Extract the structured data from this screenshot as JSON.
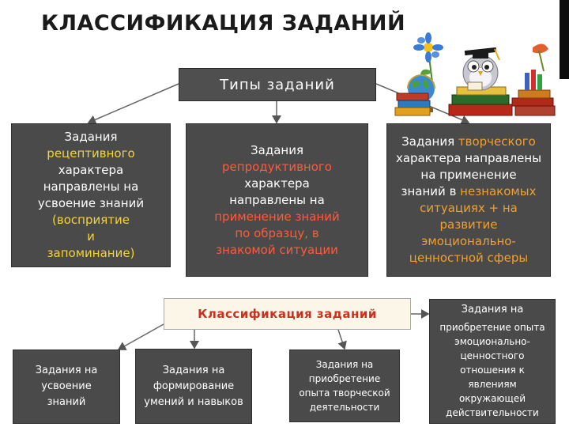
{
  "title": "КЛАССИФИКАЦИЯ  ЗАДАНИЙ",
  "types_header": "Типы  заданий",
  "receptive": {
    "l1": "Задания",
    "l2": "рецептивного",
    "l3": "характера",
    "l4": "направлены на",
    "l5": "усвоение знаний",
    "l6": "(восприятие",
    "l7": "и",
    "l8": "запоминание)"
  },
  "reproductive": {
    "l1": "Задания",
    "l2": "репродуктивного",
    "l3": "характера",
    "l4": "направлены на",
    "l5": "применение знаний",
    "l6": "по образцу, в",
    "l7": "знакомой ситуации"
  },
  "creative": {
    "l1a": "Задания ",
    "l1b": "творческого",
    "l2": "характера направлены",
    "l3": "на применение",
    "l4a": "знаний в ",
    "l4b": "незнакомых",
    "l5": "ситуациях + на",
    "l6": "развитие",
    "l7": "эмоционально-",
    "l8": "ценностной сферы"
  },
  "classification_label": "Классификация  заданий",
  "bottom": {
    "b1": {
      "l1": "Задания на",
      "l2": "усвоение",
      "l3": "знаний"
    },
    "b2": {
      "l1": "Задания на",
      "l2": "формирование",
      "l3": "умений и навыков"
    },
    "b3": {
      "l1": "Задания на",
      "l2": "приобретение",
      "l3": "опыта творческой",
      "l4": "деятельности"
    },
    "b4": {
      "l1": "Задания на",
      "l2": "приобретение опыта",
      "l3": "эмоционально-",
      "l4": "ценностного",
      "l5": "отношения к",
      "l6": "явлениям",
      "l7": "окружающей",
      "l8": "действительности"
    }
  },
  "colors": {
    "box_dark": "#4a4a4a",
    "highlight_yellow": "#f5d33c",
    "highlight_red": "#ff5a3c",
    "classification_text": "#cc3020"
  },
  "icons": [
    "school-clipart-icon"
  ]
}
